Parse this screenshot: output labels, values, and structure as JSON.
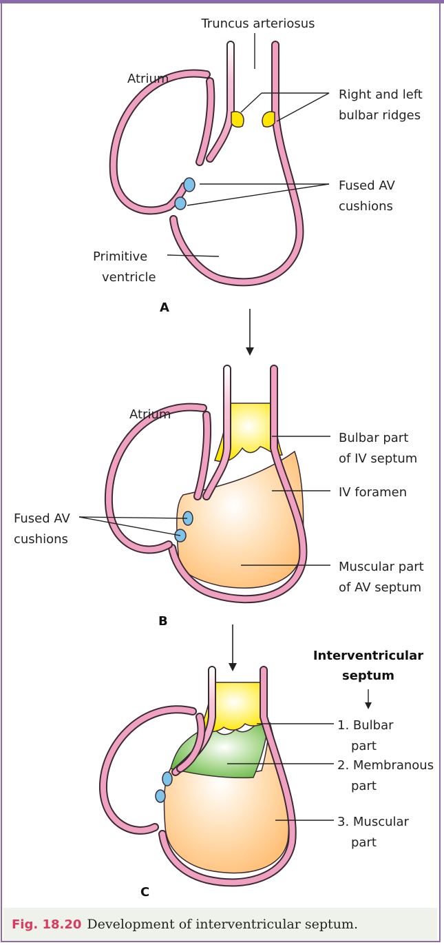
{
  "panel_a": {
    "letter": "A",
    "labels": {
      "truncus": "Truncus arteriosus",
      "atrium": "Atrium",
      "ridges_1": "Right and left",
      "ridges_2": "bulbar ridges",
      "av_1": "Fused AV",
      "av_2": "cushions",
      "ventricle_1": "Primitive",
      "ventricle_2": "ventricle"
    }
  },
  "panel_b": {
    "letter": "B",
    "labels": {
      "atrium": "Atrium",
      "bulbar_1": "Bulbar part",
      "bulbar_2": "of IV septum",
      "foramen": "IV foramen",
      "av_1": "Fused AV",
      "av_2": "cushions",
      "muscular_1": "Muscular part",
      "muscular_2": "of AV septum"
    }
  },
  "panel_c": {
    "letter": "C",
    "labels": {
      "heading_1": "Interventricular",
      "heading_2": "septum",
      "bulbar_1": "1. Bulbar",
      "bulbar_2": "part",
      "membranous_1": "2. Membranous",
      "membranous_2": "part",
      "muscular_1": "3. Muscular",
      "muscular_2": "part"
    }
  },
  "caption": {
    "number": "Fig. 18.20",
    "text": "Development of interventricular septum."
  },
  "colors": {
    "wall": "#f0a0c0",
    "wall_outline": "#3a2a34",
    "cushion": "#7ec4ea",
    "bulbar": "#ffee44",
    "muscular": "#ffcc88",
    "membranous": "#7fc45a",
    "frame": "#8a6aa8",
    "caption_bg": "#eef2ea",
    "caption_number": "#d93a5e"
  }
}
